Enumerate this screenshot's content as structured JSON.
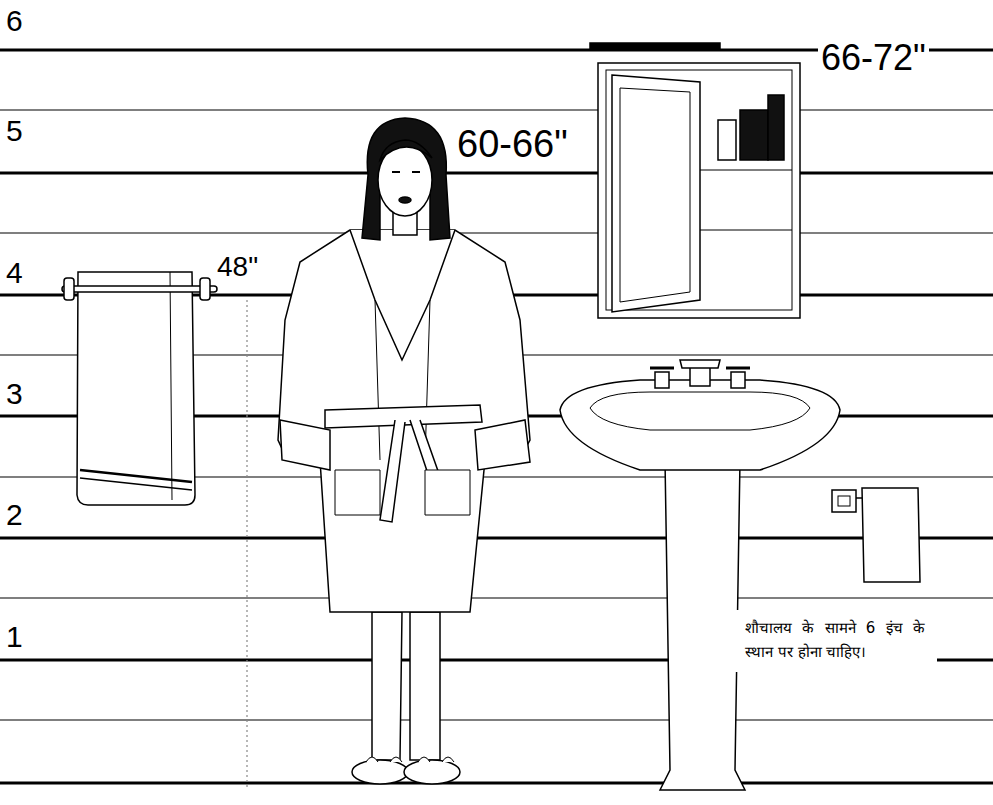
{
  "diagram": {
    "nodes": [
      {
        "text": [
          "शौचालय के सामने 6 इंच के स्थान पर होना चाहिए।"
        ]
      }
    ],
    "labels": [
      "6",
      "5",
      "4",
      "3",
      "2",
      "1",
      "48\"",
      "60-66\"",
      "66-72\""
    ]
  }
}
